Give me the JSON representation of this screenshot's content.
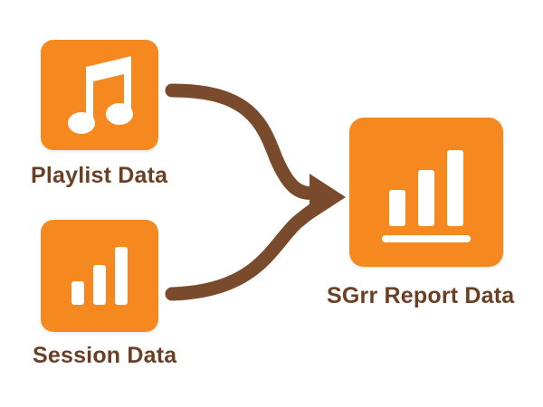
{
  "colors": {
    "tile_orange": "#F5891F",
    "icon_white": "#FFFFFF",
    "arrow_brown": "#7A4A2C",
    "text_brown": "#6B3F24"
  },
  "sources": [
    {
      "label": "Playlist Data",
      "icon": "music-note-icon"
    },
    {
      "label": "Session Data",
      "icon": "bar-chart-icon"
    }
  ],
  "target": {
    "label": "SGrr Report Data",
    "icon": "bar-chart-baseline-icon"
  }
}
